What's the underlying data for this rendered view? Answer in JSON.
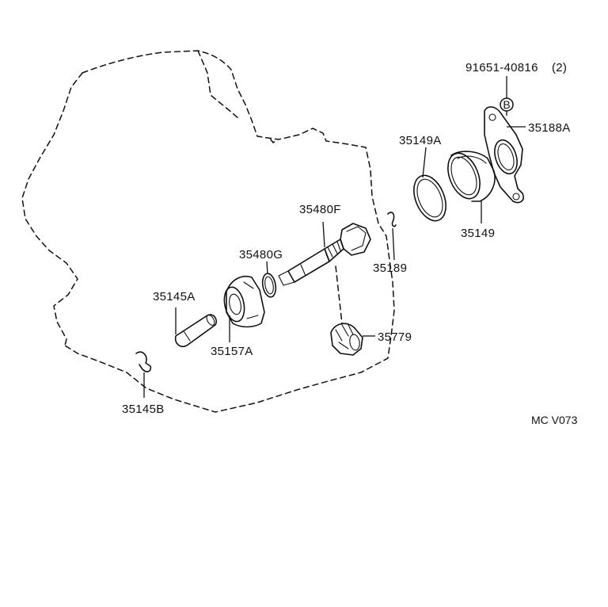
{
  "parts": {
    "p91651": "91651-40816",
    "p91651_qty": "(2)",
    "bolt_symbol": "B",
    "p35188A": "35188A",
    "p35149A": "35149A",
    "p35149": "35149",
    "p35480F": "35480F",
    "p35480G": "35480G",
    "p35189": "35189",
    "p35145A": "35145A",
    "p35157A": "35157A",
    "p35779": "35779",
    "p35145B": "35145B"
  },
  "diagram_code": "MC V073"
}
